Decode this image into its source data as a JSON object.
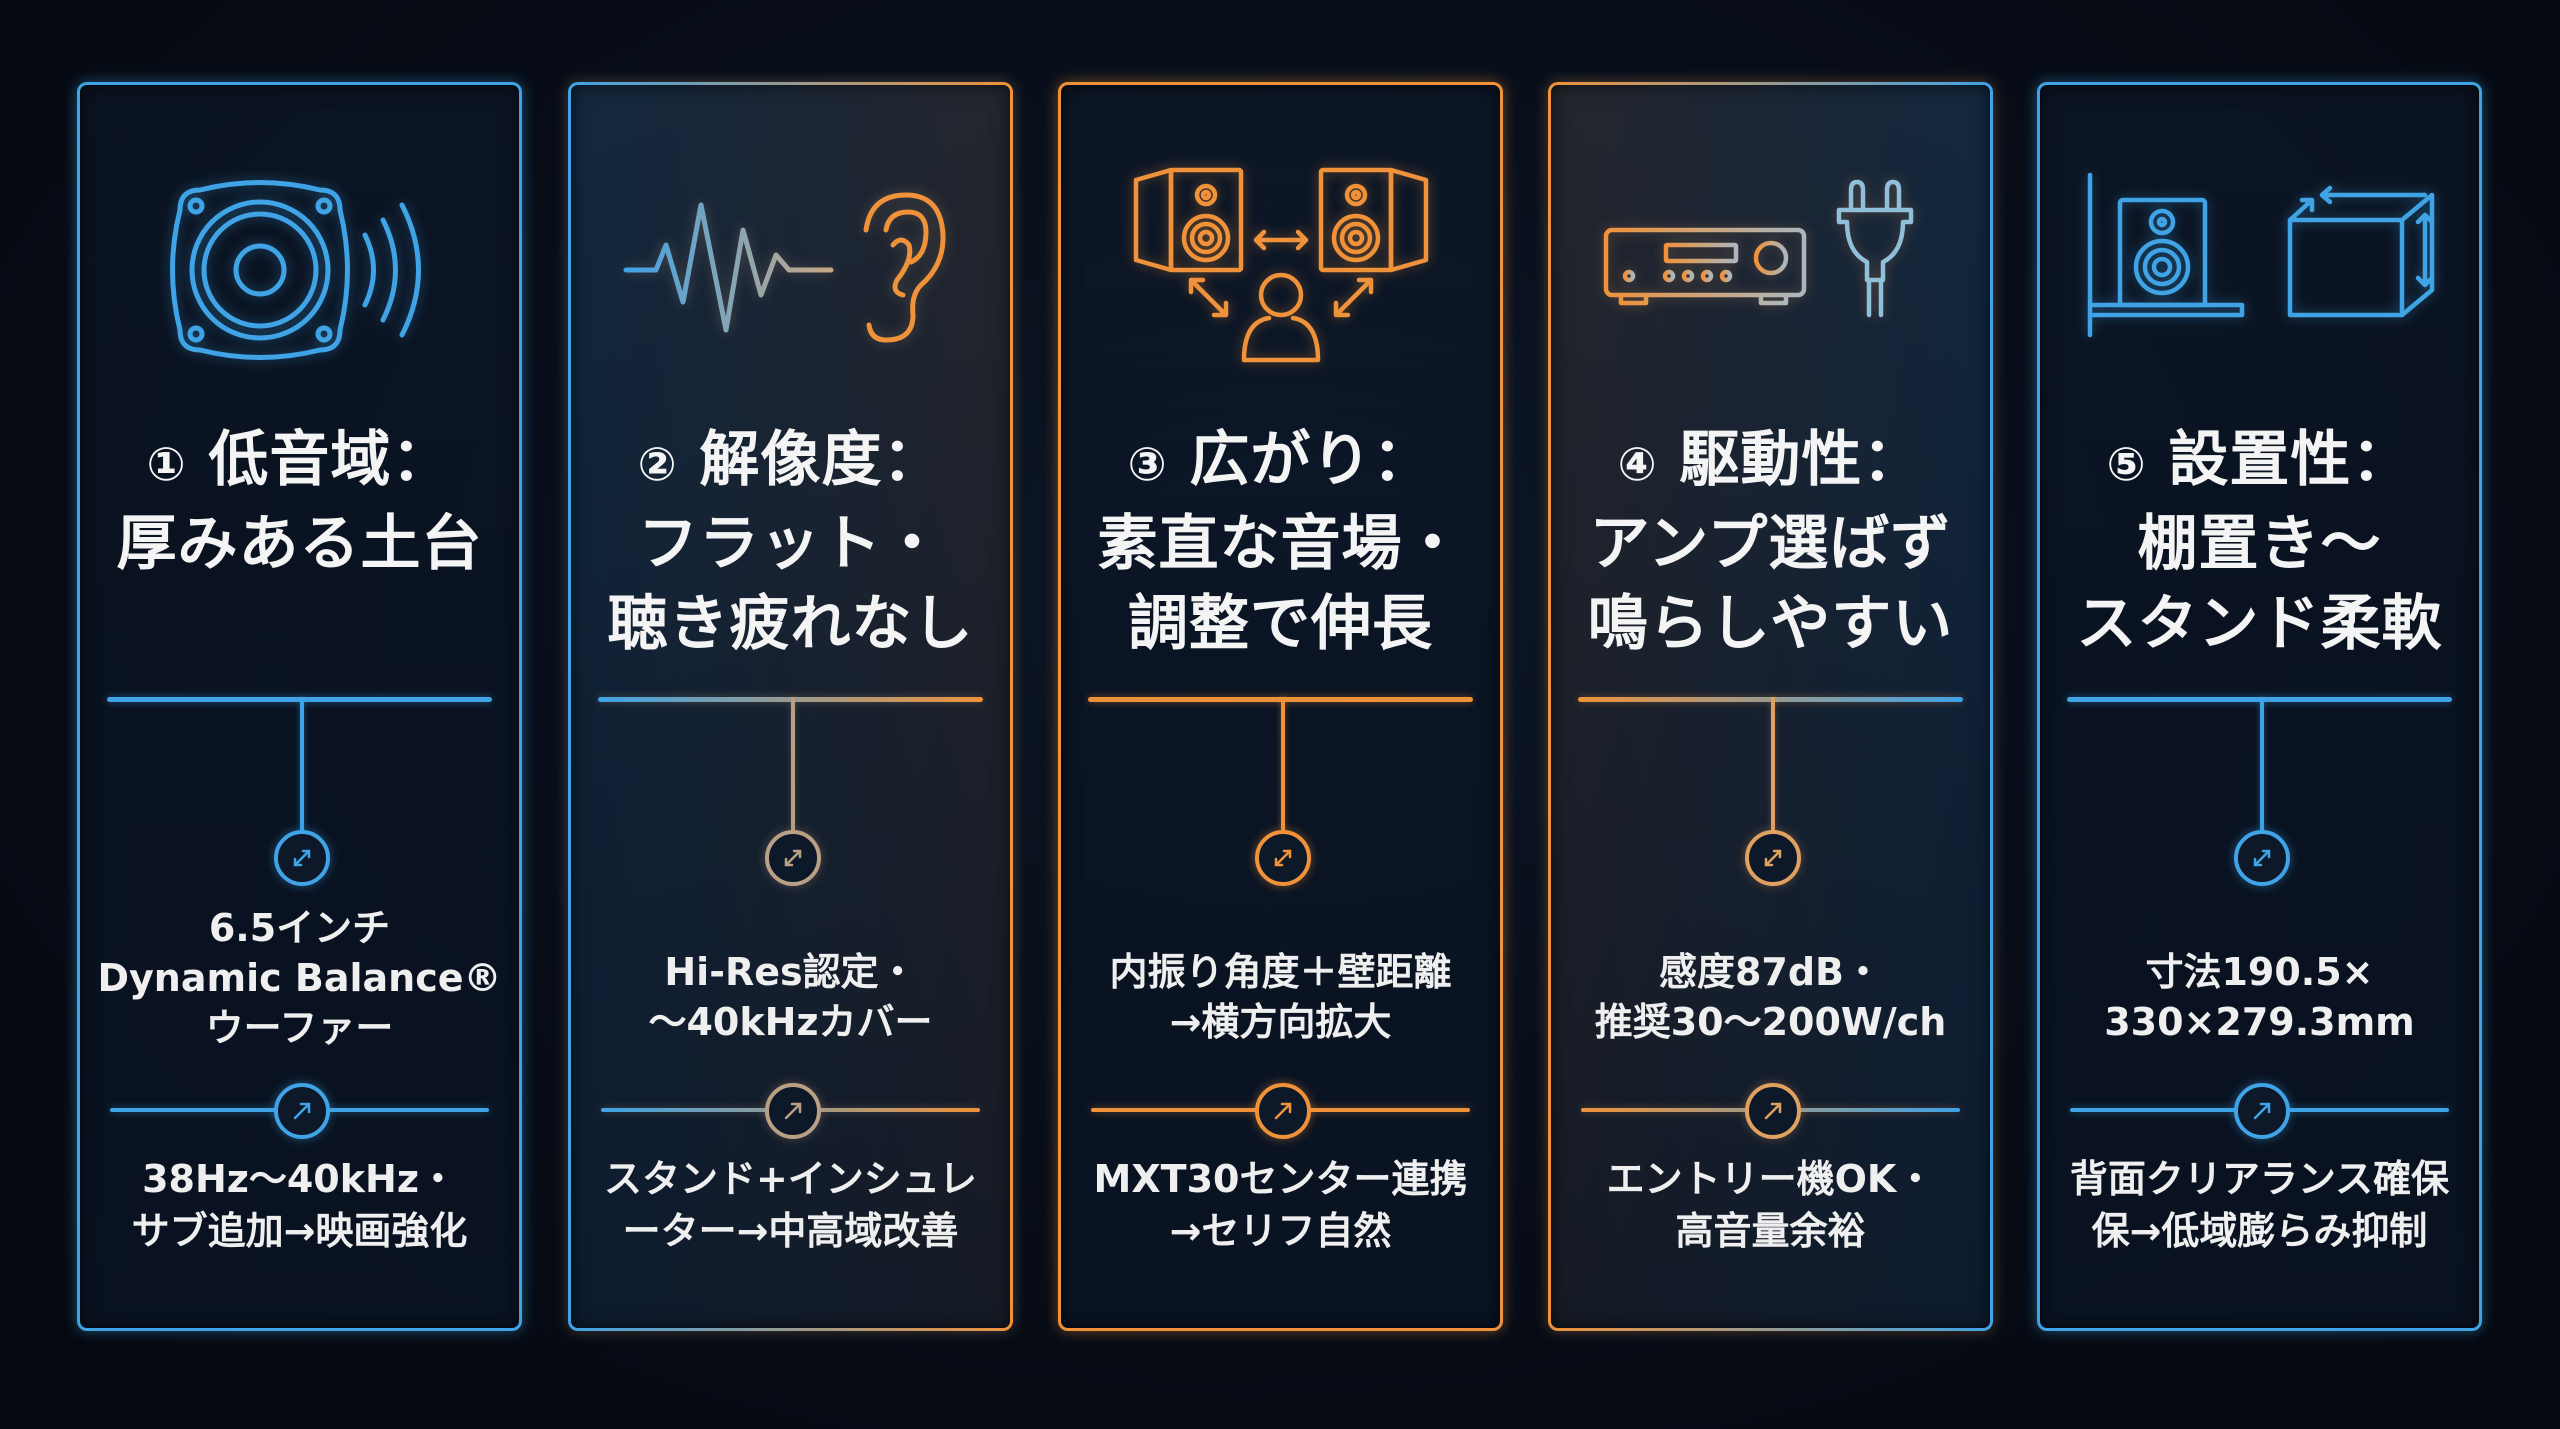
{
  "colors": {
    "background": "#070c16",
    "blue": "#3fa3e6",
    "orange": "#f0923a"
  },
  "panels": [
    {
      "number": "①",
      "title": "低音域：\n厚みある土台",
      "icon": "speaker-woofer-soundwave-icon",
      "spec_primary": "6.5インチ\nDynamic Balance®\nウーファー",
      "spec_secondary": "38Hz〜40kHz・\nサブ追加→映画強化",
      "colors": [
        "#3fa3e6",
        "#3fa3e6"
      ]
    },
    {
      "number": "②",
      "title": "解像度：\nフラット・\n聴き疲れなし",
      "icon": "waveform-ear-icon",
      "spec_primary": "Hi-Res認定・\n〜40kHzカバー",
      "spec_secondary": "スタンド+インシュレ\nーター→中高域改善",
      "colors": [
        "#3fa3e6",
        "#f0923a"
      ]
    },
    {
      "number": "③",
      "title": "広がり：\n素直な音場・\n調整で伸長",
      "icon": "stereo-speakers-listener-icon",
      "spec_primary": "内振り角度＋壁距離\n→横方向拡大",
      "spec_secondary": "MXT30センター連携\n→セリフ自然",
      "colors": [
        "#f0923a",
        "#f0923a"
      ]
    },
    {
      "number": "④",
      "title": "駆動性：\nアンプ選ばず\n鳴らしやすい",
      "icon": "amplifier-plug-icon",
      "spec_primary": "感度87dB・\n推奨30〜200W/ch",
      "spec_secondary": "エントリー機OK・\n高音量余裕",
      "colors": [
        "#f0923a",
        "#3fa3e6"
      ]
    },
    {
      "number": "⑤",
      "title": "設置性：\n棚置き〜\nスタンド柔軟",
      "icon": "shelf-speaker-dimensions-icon",
      "spec_primary": "寸法190.5×\n330×279.3mm",
      "spec_secondary": "背面クリアランス確保\n保→低域膨らみ抑制",
      "colors": [
        "#3fa3e6",
        "#3fa3e6"
      ]
    }
  ]
}
